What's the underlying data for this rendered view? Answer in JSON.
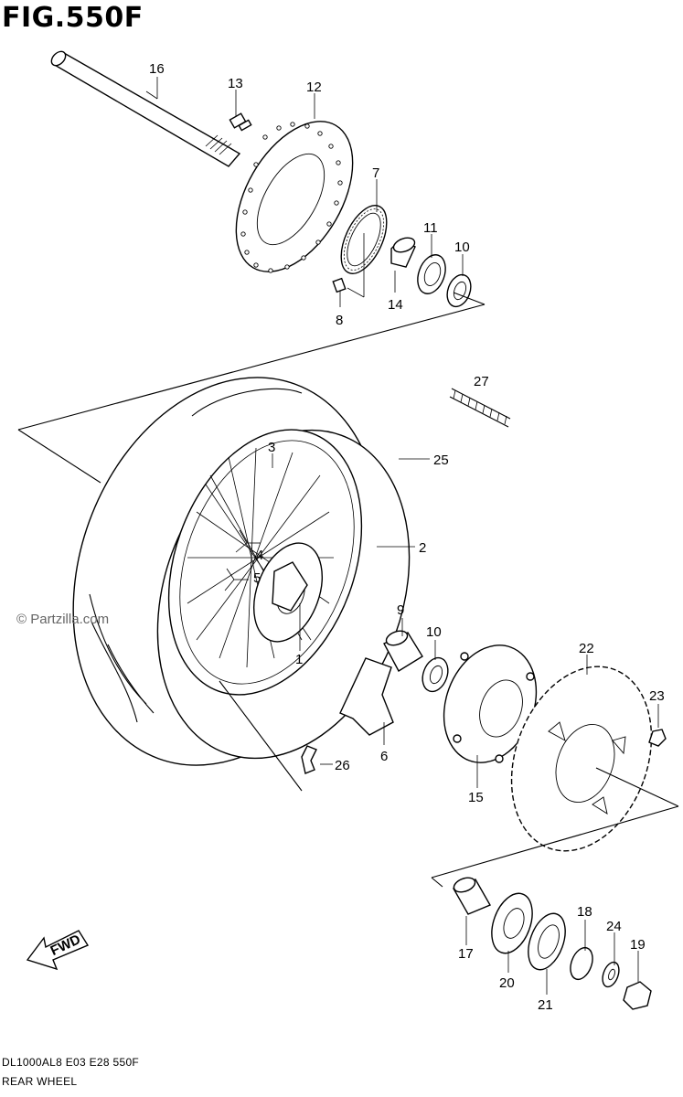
{
  "figure_title": "FIG.550F",
  "watermark": "© Partzilla.com",
  "footer": {
    "model_line": "DL1000AL8  E03  E28  550F",
    "caption": "REAR WHEEL"
  },
  "fwd_label": "FWD",
  "callouts": [
    "16",
    "13",
    "12",
    "7",
    "11",
    "10",
    "8",
    "14",
    "27",
    "3",
    "25",
    "2",
    "4",
    "5",
    "9",
    "10",
    "1",
    "22",
    "23",
    "6",
    "26",
    "15",
    "18",
    "24",
    "19",
    "17",
    "20",
    "21"
  ]
}
